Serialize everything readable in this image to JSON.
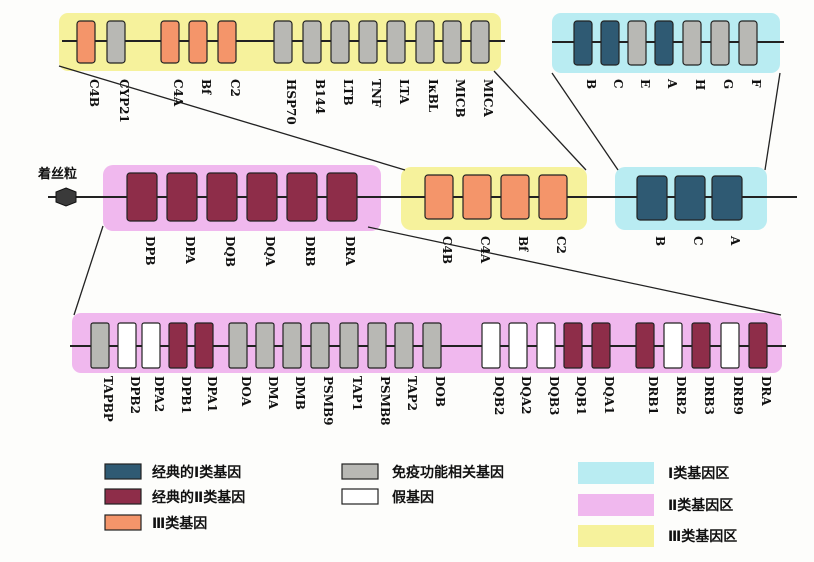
{
  "colors": {
    "class_I": "#2f5a73",
    "class_II": "#8e2d49",
    "class_III": "#f4956a",
    "immune": "#b8b8b4",
    "pseudo": "#ffffff",
    "region_I": "#b9ecf2",
    "region_II": "#f0b8ee",
    "region_III": "#f6f29c",
    "line": "#222222"
  },
  "centromere_label": "着丝粒",
  "main_chromosome": {
    "class_II": [
      "DPB",
      "DPA",
      "DQB",
      "DQA",
      "DRB",
      "DRA"
    ],
    "class_III": [
      "C4B",
      "C4A",
      "Bf",
      "C2"
    ],
    "class_I": [
      "B",
      "C",
      "A"
    ]
  },
  "detail_class_III": [
    {
      "name": "C4B",
      "type": "class_III"
    },
    {
      "name": "CYP21",
      "type": "immune"
    },
    {
      "name": "C4A",
      "type": "class_III"
    },
    {
      "name": "Bf",
      "type": "class_III"
    },
    {
      "name": "C2",
      "type": "class_III"
    },
    {
      "name": "HSP70",
      "type": "immune"
    },
    {
      "name": "B144",
      "type": "immune"
    },
    {
      "name": "LTB",
      "type": "immune"
    },
    {
      "name": "TNF",
      "type": "immune"
    },
    {
      "name": "LTA",
      "type": "immune"
    },
    {
      "name": "IκBL",
      "type": "immune"
    },
    {
      "name": "MICB",
      "type": "immune"
    },
    {
      "name": "MICA",
      "type": "immune"
    }
  ],
  "detail_class_I": [
    {
      "name": "B",
      "type": "class_I"
    },
    {
      "name": "C",
      "type": "class_I"
    },
    {
      "name": "E",
      "type": "immune"
    },
    {
      "name": "A",
      "type": "class_I"
    },
    {
      "name": "H",
      "type": "immune"
    },
    {
      "name": "G",
      "type": "immune"
    },
    {
      "name": "F",
      "type": "immune"
    }
  ],
  "detail_class_II": [
    {
      "name": "TAPBP",
      "type": "immune"
    },
    {
      "name": "DPB2",
      "type": "pseudo"
    },
    {
      "name": "DPA2",
      "type": "pseudo"
    },
    {
      "name": "DPB1",
      "type": "class_II"
    },
    {
      "name": "DPA1",
      "type": "class_II"
    },
    {
      "name": "DOA",
      "type": "immune"
    },
    {
      "name": "DMA",
      "type": "immune"
    },
    {
      "name": "DMB",
      "type": "immune"
    },
    {
      "name": "PSMB9",
      "type": "immune"
    },
    {
      "name": "TAP1",
      "type": "immune"
    },
    {
      "name": "PSMB8",
      "type": "immune"
    },
    {
      "name": "TAP2",
      "type": "immune"
    },
    {
      "name": "DOB",
      "type": "immune"
    },
    {
      "name": "DQB2",
      "type": "pseudo"
    },
    {
      "name": "DQA2",
      "type": "pseudo"
    },
    {
      "name": "DQB3",
      "type": "pseudo"
    },
    {
      "name": "DQB1",
      "type": "class_II"
    },
    {
      "name": "DQA1",
      "type": "class_II"
    },
    {
      "name": "DRB1",
      "type": "class_II"
    },
    {
      "name": "DRB2",
      "type": "pseudo"
    },
    {
      "name": "DRB3",
      "type": "class_II"
    },
    {
      "name": "DRB9",
      "type": "pseudo"
    },
    {
      "name": "DRA",
      "type": "class_II"
    }
  ],
  "legend": {
    "class_I": "经典的Ⅰ类基因",
    "class_II": "经典的Ⅱ类基因",
    "class_III": "Ⅲ类基因",
    "immune": "免疫功能相关基因",
    "pseudo": "假基因",
    "region_I": "Ⅰ类基因区",
    "region_II": "Ⅱ类基因区",
    "region_III": "Ⅲ类基因区"
  }
}
